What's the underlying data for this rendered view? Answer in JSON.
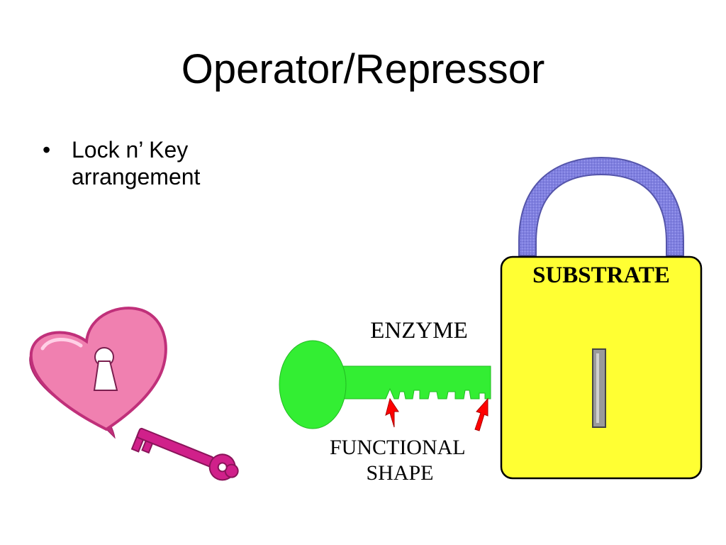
{
  "slide": {
    "title": "Operator/Repressor",
    "bullets": [
      {
        "marker": "•",
        "text": "Lock n’ Key arrangement"
      }
    ]
  },
  "diagram": {
    "labels": {
      "lock": "SUBSTRATE",
      "key": "ENZYME",
      "functional_shape": [
        "FUNCTIONAL",
        "SHAPE"
      ]
    },
    "colors": {
      "lock_body": "#ffff33",
      "shackle": "#8080e0",
      "key": "#33ee33",
      "arrows": "#ff0000",
      "heart": "#f080b0",
      "heart_side": "#c0307a",
      "small_key": "#d0208a"
    },
    "icons": [
      "padlock-icon",
      "key-icon",
      "heart-lock-icon",
      "small-key-icon",
      "keyhole-icon",
      "arrow-up-icon"
    ]
  }
}
